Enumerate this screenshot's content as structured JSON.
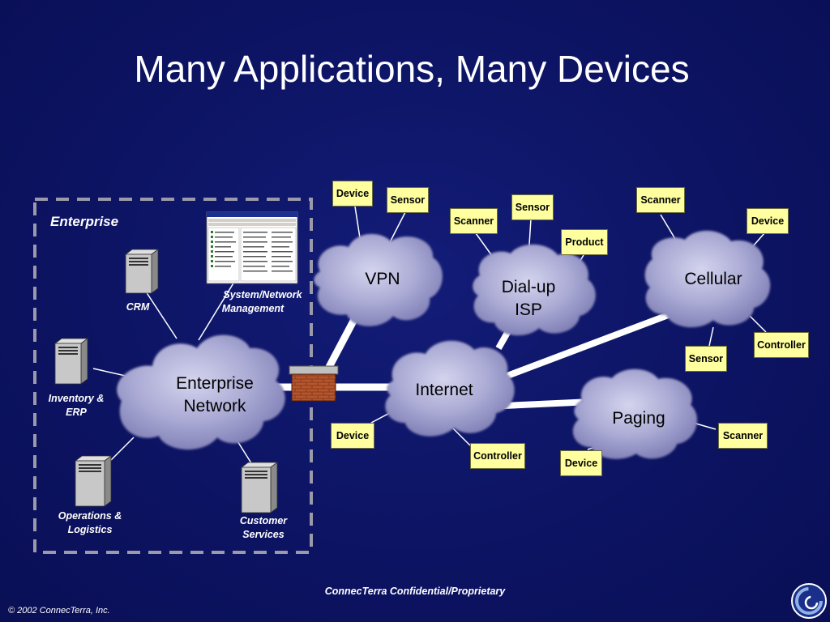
{
  "slide": {
    "title": "Many Applications, Many Devices",
    "enterprise_label": "Enterprise",
    "footer": "ConnecTerra Confidential/Proprietary",
    "copyright": "© 2002 ConnecTerra, Inc."
  },
  "enterprise_systems": {
    "crm": "CRM",
    "sysmgmt_line1": "System/Network",
    "sysmgmt_line2": "Management",
    "inventory_line1": "Inventory &",
    "inventory_line2": "ERP",
    "operations_line1": "Operations &",
    "operations_line2": "Logistics",
    "customer_line1": "Customer",
    "customer_line2": "Services"
  },
  "clouds": {
    "enterprise_line1": "Enterprise",
    "enterprise_line2": "Network",
    "vpn": "VPN",
    "dialup_line1": "Dial-up",
    "dialup_line2": "ISP",
    "cellular": "Cellular",
    "internet": "Internet",
    "paging": "Paging"
  },
  "devices": {
    "vpn_device": "Device",
    "vpn_sensor": "Sensor",
    "dialup_scanner": "Scanner",
    "dialup_sensor": "Sensor",
    "dialup_product": "Product",
    "cell_scanner": "Scanner",
    "cell_device": "Device",
    "cell_controller": "Controller",
    "cell_sensor": "Sensor",
    "internet_device": "Device",
    "internet_controller": "Controller",
    "paging_device": "Device",
    "paging_scanner": "Scanner"
  },
  "colors": {
    "background": "#0c1361",
    "cloud": "#a6a6d2",
    "tag": "#ffffa0",
    "firewall": "#a0522d"
  },
  "icons": [
    "server-icon",
    "firewall-icon",
    "window-screenshot-icon",
    "logo-icon"
  ]
}
